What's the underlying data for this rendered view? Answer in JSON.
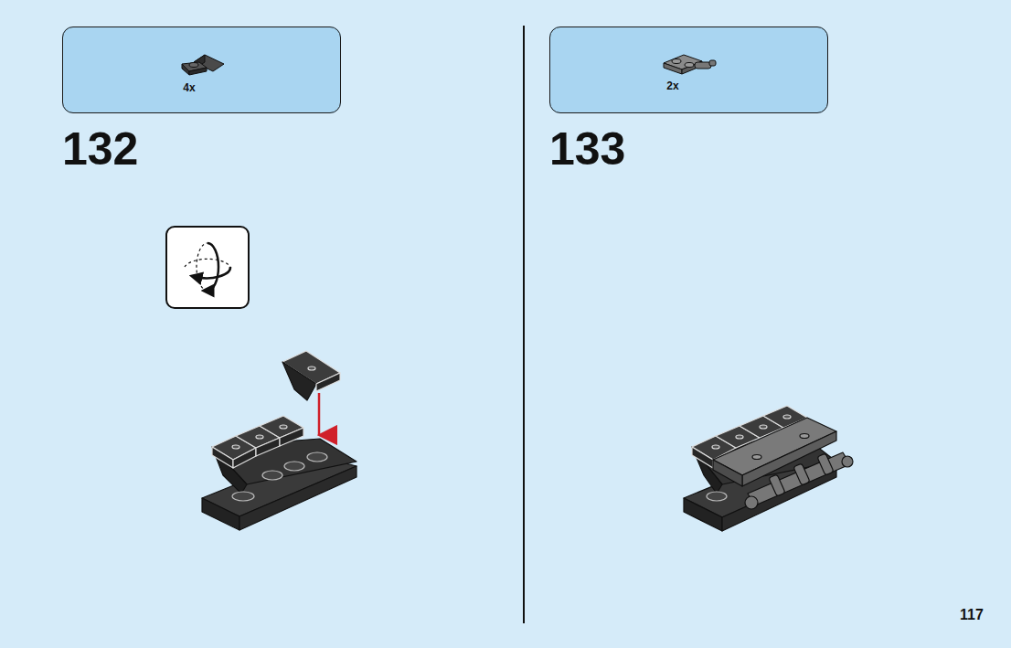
{
  "diagram": {
    "nodes": [
      {
        "text": [
          "4x"
        ]
      },
      {
        "text": [
          "2x"
        ]
      }
    ],
    "labels": [
      "132",
      "133",
      "117"
    ]
  }
}
